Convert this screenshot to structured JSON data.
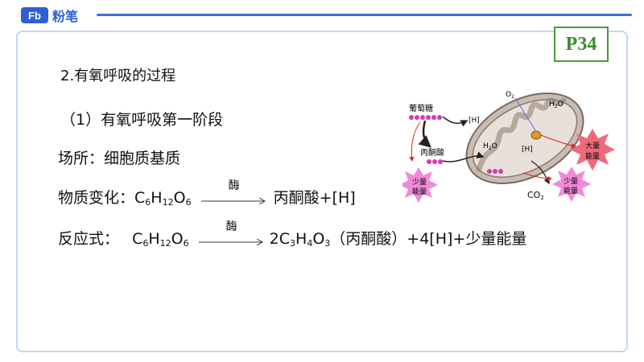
{
  "logo": {
    "mark": "Fb",
    "text": "粉笔"
  },
  "page_badge": "P34",
  "content": {
    "heading": "2.有氧呼吸的过程",
    "stage": "（1）有氧呼吸第一阶段",
    "location": "场所：细胞质基质",
    "material_change": {
      "label": "物质变化：",
      "reactant": [
        "C",
        "6",
        "H",
        "12",
        "O",
        "6"
      ],
      "enzyme": "酶",
      "product": "丙酮酸+[H]"
    },
    "equation": {
      "label": "反应式：",
      "reactant": [
        "C",
        "6",
        "H",
        "12",
        "O",
        "6"
      ],
      "enzyme": "酶",
      "product_prefix": "2C",
      "product_subs": [
        "3",
        "H",
        "4",
        "O",
        "3"
      ],
      "product_suffix": "（丙酮酸）+4[H]+少量能量"
    }
  },
  "diagram": {
    "glucose": "葡萄糖",
    "pyruvate": "丙酮酸",
    "h_outer": "[H]",
    "h_inner": "[H]",
    "o2": "O",
    "o2_sub": "2",
    "h2o_top": "H",
    "h2o_top_sub": "2",
    "h2o_top_o": "O",
    "h2o_left": "H",
    "h2o_left_sub": "2",
    "h2o_left_o": "O",
    "co2": "CO",
    "co2_sub": "2",
    "large_energy": [
      "大量",
      "能量"
    ],
    "small_energy_left": [
      "少量",
      "能量"
    ],
    "small_energy_right": [
      "少量",
      "能量"
    ],
    "colors": {
      "membrane": "#b9aaa0",
      "energy_star": "#f08ad8",
      "large_star": "#ee6a7a",
      "pyruvate_dots": "#d43bb0"
    }
  }
}
